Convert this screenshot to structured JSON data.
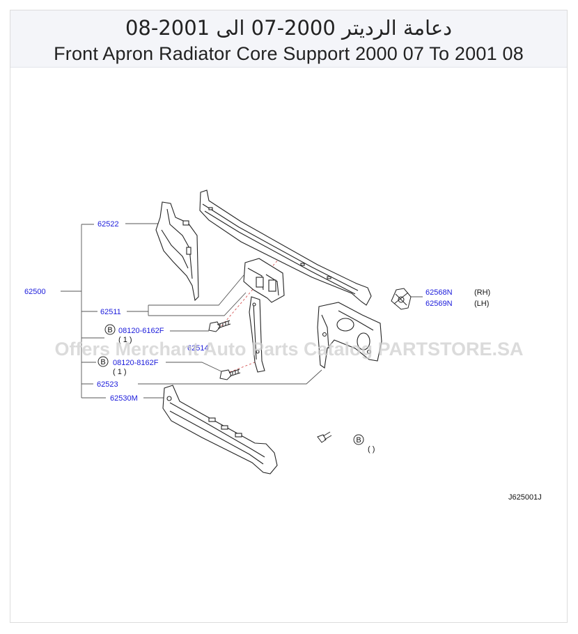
{
  "header": {
    "title_ar": "دعامة الرديتر 2000-07 الى 2001-08",
    "title_en": "Front Apron Radiator Core Support 2000 07 To 2001 08"
  },
  "watermark": "Offers Merchant Auto Parts Catalog PARTSTORE.SA",
  "labels": {
    "p62500": "62500",
    "p62522": "62522",
    "p62511": "62511",
    "p08120_6162F": "08120-6162F",
    "qty1a": "( 1 )",
    "p62514": "62514",
    "p08120_8162F": "08120-8162F",
    "qty1b": "( 1 )",
    "p62523": "62523",
    "p62530M": "62530M",
    "p62568N": "62568N",
    "rh": "(RH)",
    "p62569N": "62569N",
    "lh": "(LH)",
    "b_marker": "B",
    "qty_empty": "(     )",
    "code": "J625001J"
  },
  "colors": {
    "label_blue": "#1a1adb",
    "line": "#333333",
    "leader": "#4a4a8a",
    "dash": "#d04040"
  }
}
